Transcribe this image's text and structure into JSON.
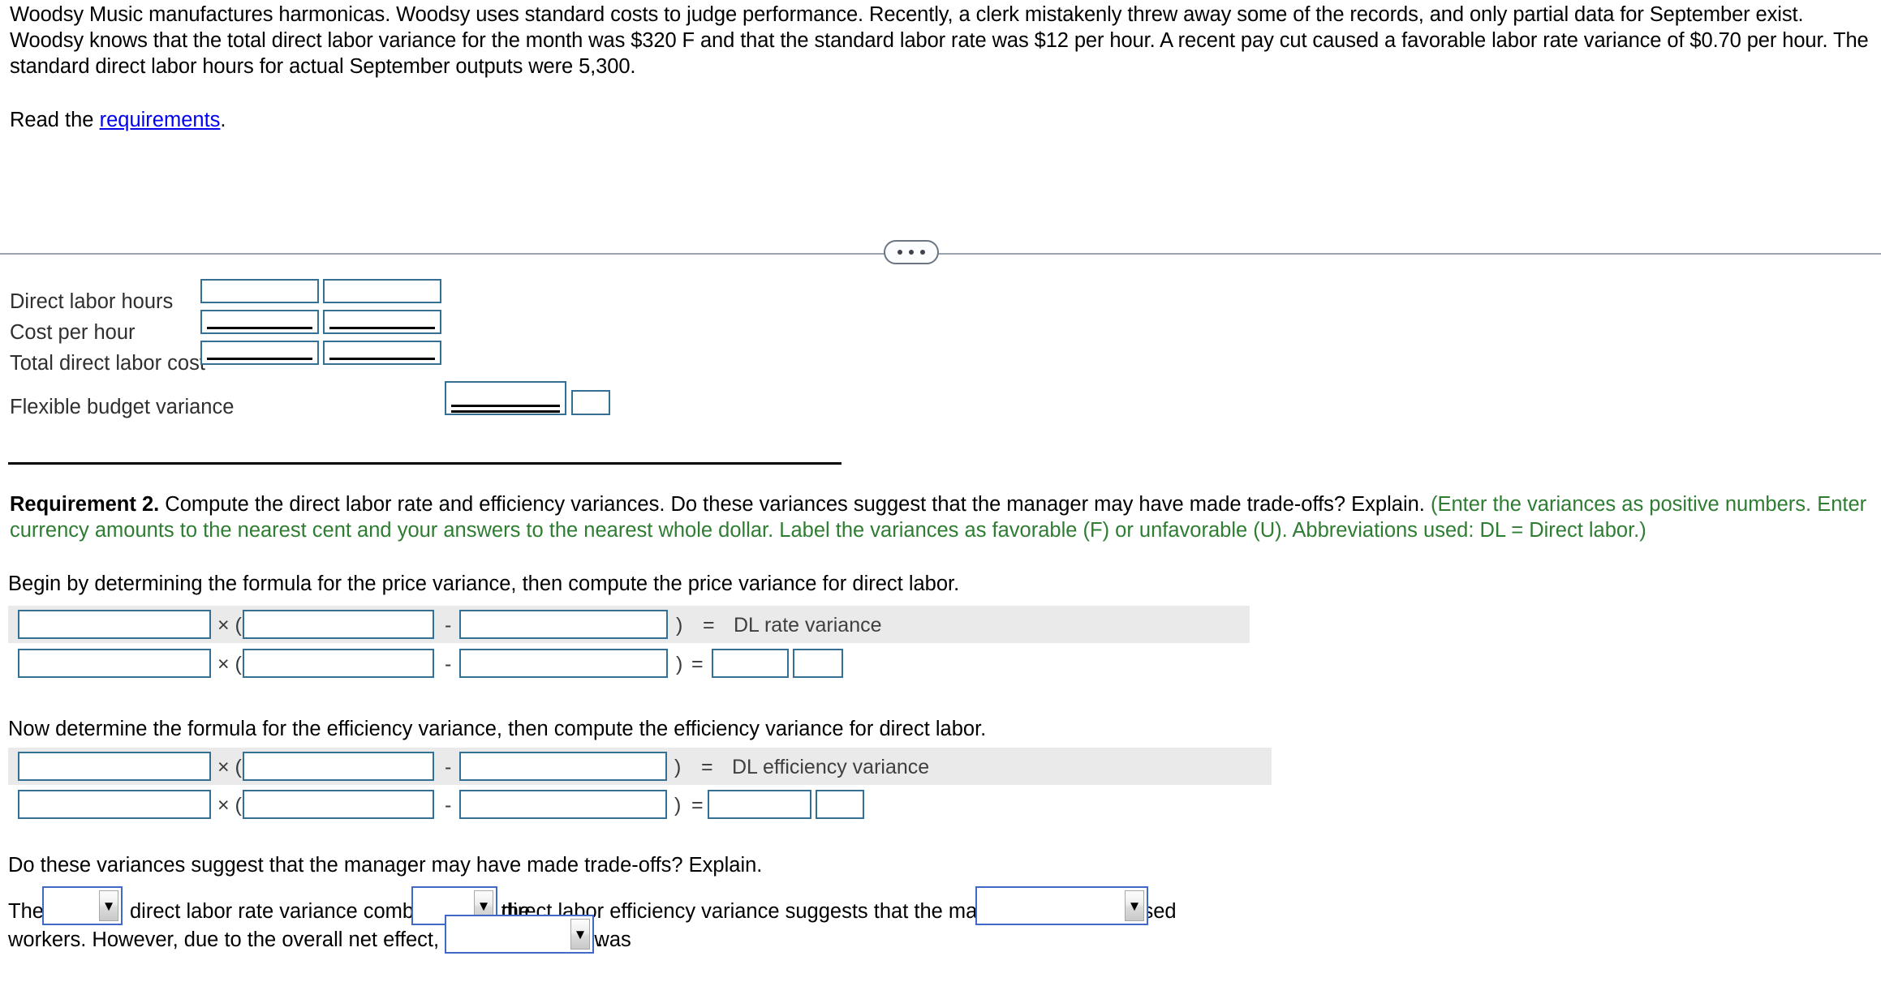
{
  "problem": {
    "intro": "Woodsy Music manufactures harmonicas. Woodsy uses standard costs to judge performance. Recently, a clerk mistakenly threw away some of the records, and only partial data for September exist. Woodsy knows that the total direct labor variance for the month was $320 F and that the standard labor rate was $12 per hour. A recent pay cut caused a favorable labor rate variance of $0.70 per hour. The standard direct labor hours for actual September outputs were 5,300.",
    "read_prefix": "Read the ",
    "read_link": "requirements",
    "read_suffix": "."
  },
  "divider": {
    "dots": "•••"
  },
  "table1": {
    "rows": [
      {
        "label": "Direct labor hours"
      },
      {
        "label": "Cost per hour"
      },
      {
        "label": "Total direct labor cost"
      },
      {
        "label": "Flexible budget variance"
      }
    ]
  },
  "requirement2": {
    "label": "Requirement 2.",
    "text": " Compute the direct labor rate and efficiency variances. Do these variances suggest that the manager may have made trade-offs? Explain. ",
    "hint": "(Enter the variances as positive numbers. Enter currency amounts to the nearest cent and your answers to the nearest whole dollar. Label the variances as favorable (F) or unfavorable (U). Abbreviations used: DL = Direct labor.)"
  },
  "price_section": {
    "lead": "Begin by determining the formula for the price variance, then compute the price variance for direct labor.",
    "op_times": "× (",
    "op_minus": "-",
    "op_close": ")",
    "op_equals": "=",
    "result_label": "DL rate variance"
  },
  "efficiency_section": {
    "lead": "Now determine the formula for the efficiency variance, then compute the efficiency variance for direct labor.",
    "op_times": "× (",
    "op_minus": "-",
    "op_close": ")",
    "op_equals": "=",
    "result_label": "DL efficiency variance"
  },
  "conclusion": {
    "question": "Do these variances suggest that the manager may have made trade-offs? Explain.",
    "t1": "The",
    "t2": "direct labor rate variance combined with the",
    "t3": "direct labor efficiency variance suggests that the manager may have used",
    "t4": "workers. However, due to the overall net effect, it appears there was",
    "t5": ".",
    "arrow": "▼"
  },
  "colors": {
    "input_border": "#347093",
    "select_border": "#4169c8",
    "hint_green": "#2e7d32",
    "link_blue": "#0000ee",
    "band_gray": "#eaeaea"
  }
}
